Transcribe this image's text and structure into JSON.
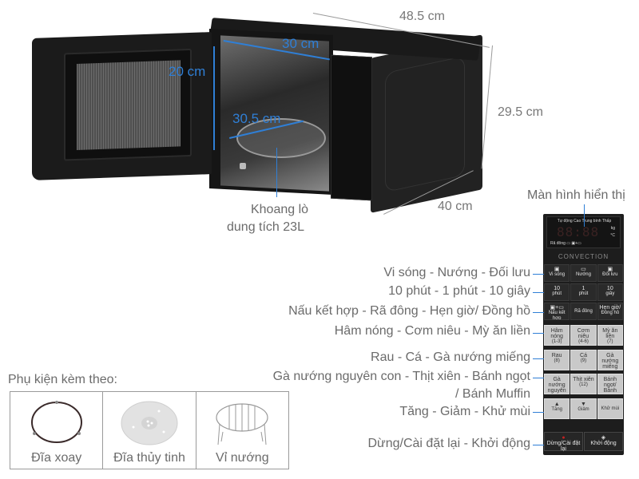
{
  "dimensions": {
    "width": "48.5 cm",
    "height": "29.5 cm",
    "depth": "40 cm",
    "cavity_width": "30 cm",
    "cavity_height": "20 cm",
    "cavity_depth": "30.5 cm"
  },
  "cavity_label": {
    "line1": "Khoang lò",
    "line2": "dung tích 23L"
  },
  "display_label": "Màn hình hiển thị",
  "control_panel": {
    "display": {
      "top_text": "Tự động  Cao  Trung bình  Thấp",
      "digits": "88:88",
      "unit_kg": "kg",
      "unit_c": "°C",
      "bottom_text": "Rã đông  ▭  ▣+▭"
    },
    "brand": "CONVECTION",
    "rows": [
      [
        {
          "icon": "▣",
          "label": "Vi sóng"
        },
        {
          "icon": "▭",
          "label": "Nướng"
        },
        {
          "icon": "▣",
          "label": "Đối lưu"
        }
      ],
      [
        {
          "icon": "10",
          "label": "phút"
        },
        {
          "icon": "1",
          "label": "phút"
        },
        {
          "icon": "10",
          "label": "giây"
        }
      ],
      [
        {
          "icon": "▣+▭",
          "label": "Nấu kết hợp"
        },
        {
          "icon": "",
          "label": "Rã đông"
        },
        {
          "icon": "Hẹn giờ/",
          "label": "Đồng hồ"
        }
      ],
      [
        {
          "icon": "Hâm nóng",
          "label": "(1-3)"
        },
        {
          "icon": "Cơm niêu",
          "label": "(4-6)"
        },
        {
          "icon": "Mỳ ăn liền",
          "label": "(7)"
        }
      ],
      [
        {
          "icon": "Rau",
          "label": "(8)"
        },
        {
          "icon": "Cá",
          "label": "(9)"
        },
        {
          "icon": "Gà nướng miếng",
          "label": "(10)"
        }
      ],
      [
        {
          "icon": "Gà nướng nguyên con",
          "label": "(11)"
        },
        {
          "icon": "Thịt xiên",
          "label": "(12)"
        },
        {
          "icon": "Bánh ngọt/ Bánh Muffin",
          "label": "(13-14)"
        }
      ],
      [
        {
          "icon": "▲",
          "label": "Tăng"
        },
        {
          "icon": "▼",
          "label": "Giảm"
        },
        {
          "icon": "",
          "label": "Khử mùi"
        }
      ],
      [
        {
          "icon": "●",
          "label": "Dừng/Cài đặt lại"
        },
        {
          "icon": "◈",
          "label": "Khởi động"
        }
      ]
    ]
  },
  "callouts": [
    "Vi sóng - Nướng - Đối lưu",
    "10 phút - 1 phút - 10 giây",
    "Nấu kết hợp - Rã đông - Hẹn giờ/ Đồng hồ",
    "Hâm nóng - Cơm niêu - Mỳ ăn liền",
    "Rau - Cá - Gà nướng miếng",
    "Gà nướng nguyên con - Thịt xiên - Bánh ngọt",
    "/ Bánh Muffin",
    "Tăng - Giảm - Khử mùi",
    "Dừng/Cài đặt lại - Khởi động"
  ],
  "accessories": {
    "title": "Phụ kiện kèm theo:",
    "items": [
      {
        "label": "Đĩa xoay",
        "icon": "turntable-ring"
      },
      {
        "label": "Đĩa thủy tinh",
        "icon": "glass-plate"
      },
      {
        "label": "Vỉ nướng",
        "icon": "grill-rack"
      }
    ]
  },
  "colors": {
    "accent_blue": "#2f7fd6",
    "label_gray": "#6b6b6b",
    "body_black": "#1b1b1b"
  }
}
